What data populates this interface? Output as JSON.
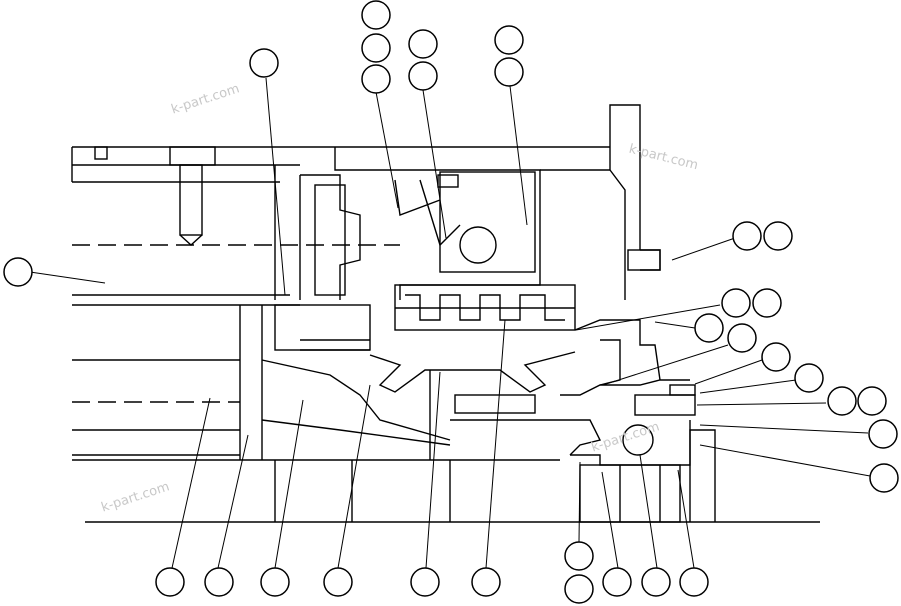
{
  "watermark": {
    "text": "k-part.com"
  },
  "colors": {
    "line": "#000000",
    "background": "#ffffff",
    "watermark": "#c8c8c8"
  },
  "callouts": [
    {
      "id": "c1",
      "label": ""
    },
    {
      "id": "c2",
      "label": ""
    },
    {
      "id": "c3",
      "label": ""
    },
    {
      "id": "c4",
      "label": ""
    },
    {
      "id": "c5",
      "label": ""
    },
    {
      "id": "c6",
      "label": ""
    },
    {
      "id": "c7",
      "label": ""
    },
    {
      "id": "c8",
      "label": ""
    },
    {
      "id": "c9",
      "label": ""
    },
    {
      "id": "c10",
      "label": ""
    },
    {
      "id": "c11",
      "label": ""
    },
    {
      "id": "c12",
      "label": ""
    },
    {
      "id": "c13",
      "label": ""
    },
    {
      "id": "c14",
      "label": ""
    },
    {
      "id": "c15",
      "label": ""
    },
    {
      "id": "c16",
      "label": ""
    },
    {
      "id": "c17",
      "label": ""
    },
    {
      "id": "c18",
      "label": ""
    },
    {
      "id": "c19",
      "label": ""
    },
    {
      "id": "c20",
      "label": ""
    },
    {
      "id": "c21",
      "label": ""
    },
    {
      "id": "c22",
      "label": ""
    },
    {
      "id": "c23",
      "label": ""
    },
    {
      "id": "c24",
      "label": ""
    },
    {
      "id": "c25",
      "label": ""
    },
    {
      "id": "c26",
      "label": ""
    },
    {
      "id": "c27",
      "label": ""
    },
    {
      "id": "c28",
      "label": ""
    },
    {
      "id": "c29",
      "label": ""
    },
    {
      "id": "c30",
      "label": ""
    },
    {
      "id": "c31",
      "label": ""
    },
    {
      "id": "c32",
      "label": ""
    },
    {
      "id": "c33",
      "label": ""
    }
  ]
}
